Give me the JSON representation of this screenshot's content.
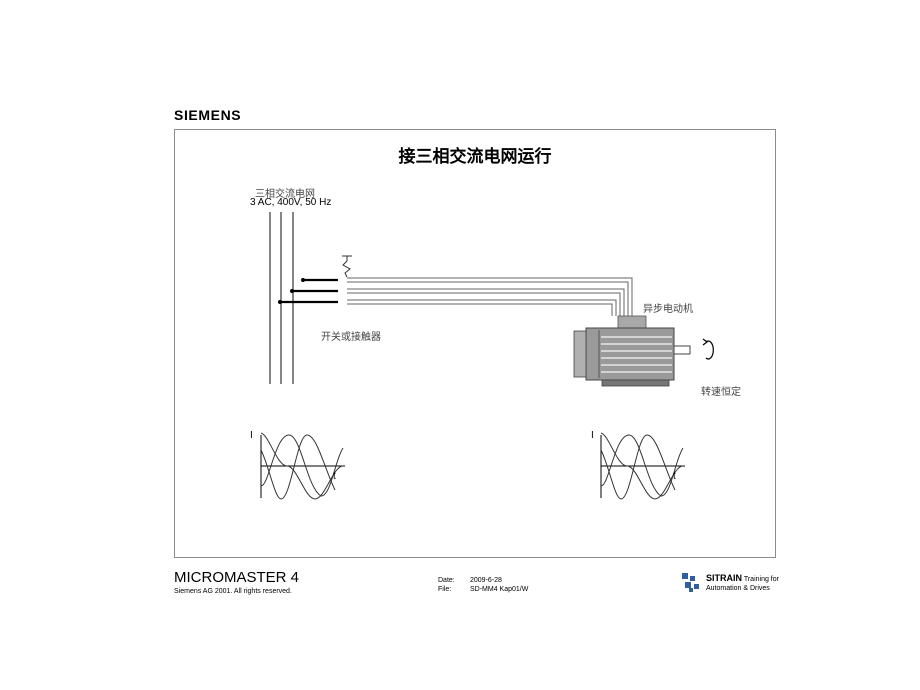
{
  "header": {
    "brand": "SIEMENS"
  },
  "slide": {
    "title": "接三相交流电网运行",
    "grid_label": "三相交流电网",
    "grid_spec": "3 AC, 400V, 50 Hz",
    "switch_label": "开关或接触器",
    "motor_label": "异步电动机",
    "speed_label": "转速恒定",
    "left_plot": {
      "y_label": "I",
      "x_label": "t"
    },
    "right_plot": {
      "y_label": "I",
      "x_label": "t"
    }
  },
  "footer": {
    "product": "MICROMASTER 4",
    "copyright": "Siemens AG 2001. All rights reserved.",
    "date_label": "Date:",
    "date_value": "2009-6-28",
    "file_label": "File:",
    "file_value": "SD-MM4 Kap01/W",
    "sitrain_brand": "SITRAIN",
    "sitrain_tag1": "Training for",
    "sitrain_tag2": "Automation & Drives"
  },
  "colors": {
    "frame": "#8c8c8c",
    "motor": "#888888",
    "wire": "#555555"
  },
  "icons": [
    "rotation-arrow-icon",
    "motor-icon",
    "sitrain-logo-icon"
  ]
}
